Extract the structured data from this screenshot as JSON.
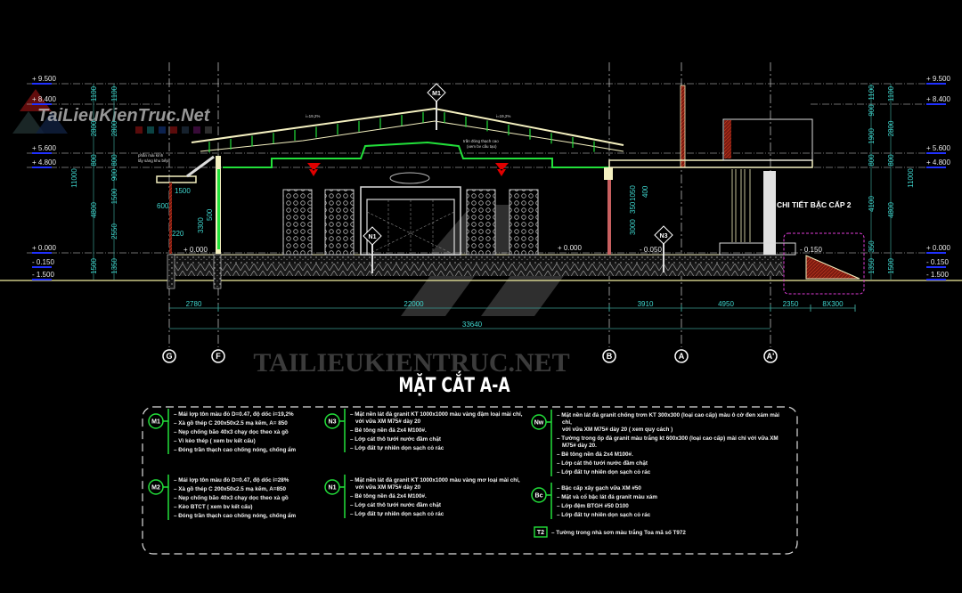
{
  "title": "MẶT CẮT A-A",
  "watermark": {
    "logo_text": "TaiLieuKienTruc.Net",
    "center_text": "TAILIEUKIENTRUC.NET"
  },
  "colors": {
    "background": "#000000",
    "dimension": "#3fd8d0",
    "roof_frame": "#22e03a",
    "outline": "#f4f0c0",
    "highlight": "#e03cd8",
    "elevation_marker": "#2030ff"
  },
  "elevations_left": [
    "+ 9.500",
    "+ 8.400",
    "+ 5.600",
    "+ 4.800",
    "+ 0.000",
    "- 0.150",
    "- 1.500"
  ],
  "elevations_right": [
    "+ 9.500",
    "+ 8.400",
    "+ 5.600",
    "+ 4.800",
    "+ 0.000",
    "- 0.150",
    "- 1.500"
  ],
  "dims_left": {
    "total": "11000",
    "col_a": [
      "1100",
      "2800",
      "800",
      "4800",
      "1500"
    ],
    "col_b": [
      "1100",
      "2800",
      "800",
      "900",
      "1500",
      "2550",
      "1350"
    ]
  },
  "dims_right": {
    "col_a": [
      "1100",
      "900",
      "1900",
      "800",
      "4100",
      "350",
      "1350"
    ],
    "col_b": [
      "1100",
      "2800",
      "800",
      "4800",
      "1500"
    ],
    "total": "11000"
  },
  "inner_dims": {
    "canopy": "1500",
    "d600": "600",
    "d500": "500",
    "d3300": "3300",
    "d220": "220",
    "d1050": "1050",
    "d350": "350",
    "d400": "400",
    "d3000": "3000"
  },
  "inner_levels": {
    "left_floor": "+ 0.000",
    "hall_floor": "+ 0.000",
    "right_floor": "- 0.050",
    "stair_top": "- 0.150"
  },
  "notes": {
    "skylight": [
      "phần mái kính",
      "lấy sáng khu bếp"
    ],
    "ceiling": [
      "trần đóng thạch cao",
      "(xem bv cấu tạo)"
    ],
    "slope_left": "i=19,2%",
    "slope_right": "i=19,2%",
    "stair_detail": "CHI TIẾT BẬC CẤP 2"
  },
  "markers": {
    "roof": "M1",
    "floor_hall": "N1",
    "floor_right": "N3"
  },
  "axis_dims": {
    "row1": [
      "2780",
      "22000",
      "3910",
      "4950",
      "2350",
      "8X300"
    ],
    "total": "33640"
  },
  "grid_axes": [
    "G",
    "F",
    "B",
    "A",
    "A'"
  ],
  "legend": [
    {
      "tag": "M1",
      "lines": [
        "Mái lợp tôn màu đỏ D=0.47, độ dốc i=19,2%",
        "Xà gồ thép C 200x50x2.5 mạ kẽm, A= 850",
        "Nẹp chống bão 40x3 chạy dọc theo xà gồ",
        "Vì kèo thép ( xem bv kết cấu)",
        "Đóng trần thạch cao chống nóng, chống ẩm"
      ]
    },
    {
      "tag": "M2",
      "lines": [
        "Mái lợp tôn màu đỏ D=0.47, độ dốc i=28%",
        "Xà gồ thép C 200x50x2.5 mạ kẽm, A=850",
        "Nẹp chống bão 40x3 chạy dọc theo xà gồ",
        "Kèo BTCT ( xem bv kết cấu)",
        "Đóng trần thạch cao chống nóng, chống ẩm"
      ]
    },
    {
      "tag": "N3",
      "lines": [
        "Mặt nền lát đá granit KT 1000x1000 màu vàng đậm loại mài chỉ,",
        "với vữa XM M75# dày 20",
        "Bê tông nền đá 2x4 M100#.",
        "Lớp cát thô tưới nước đầm chặt",
        "Lớp đất tự nhiên dọn sạch cỏ rác"
      ]
    },
    {
      "tag": "N1",
      "lines": [
        "Mặt nền lát đá granit KT 1000x1000 màu vàng mơ loại mài chỉ,",
        "với vữa XM M75# dày 20",
        "Bê tông nền đá 2x4 M100#.",
        "Lớp cát thô tưới nước đầm chặt",
        "Lớp đất tự nhiên dọn sạch cỏ rác"
      ]
    },
    {
      "tag": "Nw",
      "lines": [
        "Mặt nền lát đá granit chống trơn KT 300x300 (loại cao cấp) màu ô cờ đen xám mài chỉ,",
        "với vữa XM M75# dày 20 ( xem quy cách )",
        "Tường trong ốp đá granit màu trắng kt 600x300 (loại cao cấp) mài chỉ với vữa XM M75# dày 20.",
        "Bê tông nền đá 2x4 M100#.",
        "Lớp cát thô tưới nước đầm chặt",
        "Lớp đất tự nhiên dọn sạch cỏ rác"
      ]
    },
    {
      "tag": "Bc",
      "lines": [
        "Bậc cấp xây gạch vữa XM #50",
        "Mặt và cổ bậc lát đá granit màu xám",
        "Lớp đệm BTGH #50 D100",
        "Lớp đất tự nhiên dọn sạch cỏ rác"
      ]
    },
    {
      "tag": "T2",
      "lines": [
        "Tường trong nhà sơn màu trắng Toa mã số T972"
      ]
    }
  ]
}
